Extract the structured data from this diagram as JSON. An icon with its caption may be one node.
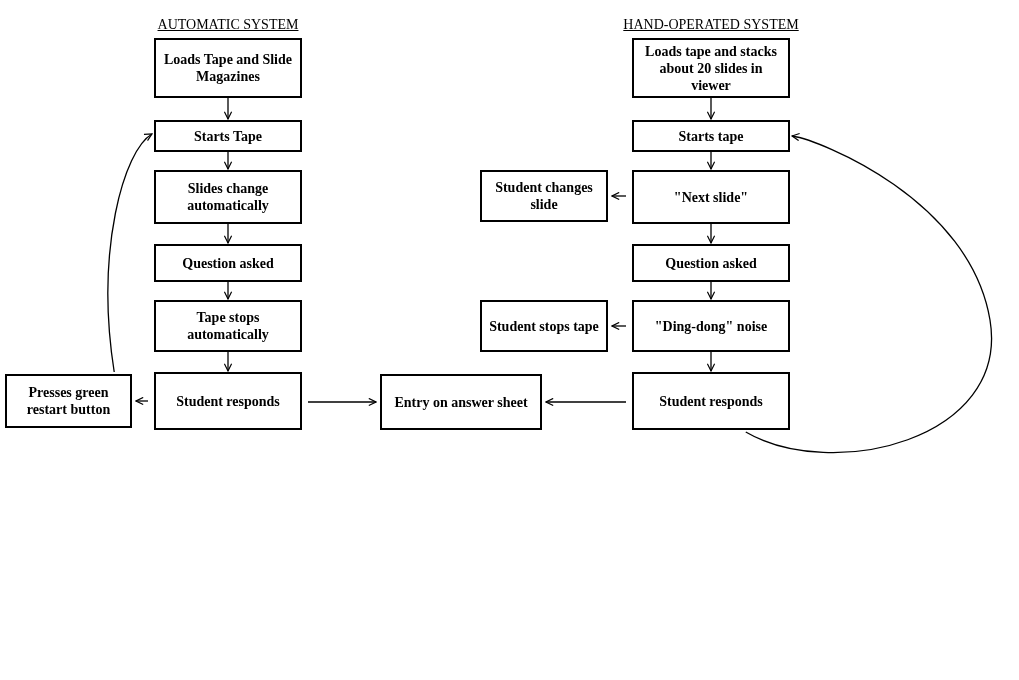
{
  "diagram": {
    "nodes": [
      {
        "text": [
          "Loads Tape and Slide Magazines"
        ]
      },
      {
        "text": [
          "Starts Tape"
        ]
      },
      {
        "text": [
          "Slides change automatically"
        ]
      },
      {
        "text": [
          "Question asked"
        ]
      },
      {
        "text": [
          "Tape stops automatically"
        ]
      },
      {
        "text": [
          "Student responds"
        ]
      },
      {
        "text": [
          "Presses green restart button"
        ]
      },
      {
        "text": [
          "Entry on answer sheet"
        ]
      },
      {
        "text": [
          "Loads tape and stacks about 20 slides in viewer"
        ]
      },
      {
        "text": [
          "Starts tape"
        ]
      },
      {
        "text": [
          "Student changes slide"
        ]
      },
      {
        "text": [
          "\"Next slide\""
        ]
      },
      {
        "text": [
          "Question asked"
        ]
      },
      {
        "text": [
          "Student stops tape"
        ]
      },
      {
        "text": [
          "\"Ding-dong\" noise"
        ]
      },
      {
        "text": [
          "Student responds"
        ]
      }
    ],
    "edges": [
      {
        "from": 0,
        "to": 1,
        "arrow": "to"
      },
      {
        "from": 1,
        "to": 2,
        "arrow": "to"
      },
      {
        "from": 2,
        "to": 3,
        "arrow": "to"
      },
      {
        "from": 3,
        "to": 4,
        "arrow": "to"
      },
      {
        "from": 4,
        "to": 5,
        "arrow": "to"
      },
      {
        "from": 5,
        "to": 6,
        "arrow": "to"
      },
      {
        "from": 6,
        "to": 1,
        "arrow": "to"
      },
      {
        "from": 5,
        "to": 7,
        "arrow": "to"
      },
      {
        "from": 15,
        "to": 7,
        "arrow": "to"
      },
      {
        "from": 8,
        "to": 9,
        "arrow": "to"
      },
      {
        "from": 9,
        "to": 11,
        "arrow": "to"
      },
      {
        "from": 11,
        "to": 10,
        "arrow": "to"
      },
      {
        "from": 11,
        "to": 12,
        "arrow": "to"
      },
      {
        "from": 12,
        "to": 14,
        "arrow": "to"
      },
      {
        "from": 14,
        "to": 13,
        "arrow": "to"
      },
      {
        "from": 14,
        "to": 15,
        "arrow": "to"
      },
      {
        "from": 15,
        "to": 9,
        "arrow": "to"
      }
    ],
    "labels": [
      "AUTOMATIC SYSTEM",
      "HAND-OPERATED SYSTEM"
    ]
  }
}
